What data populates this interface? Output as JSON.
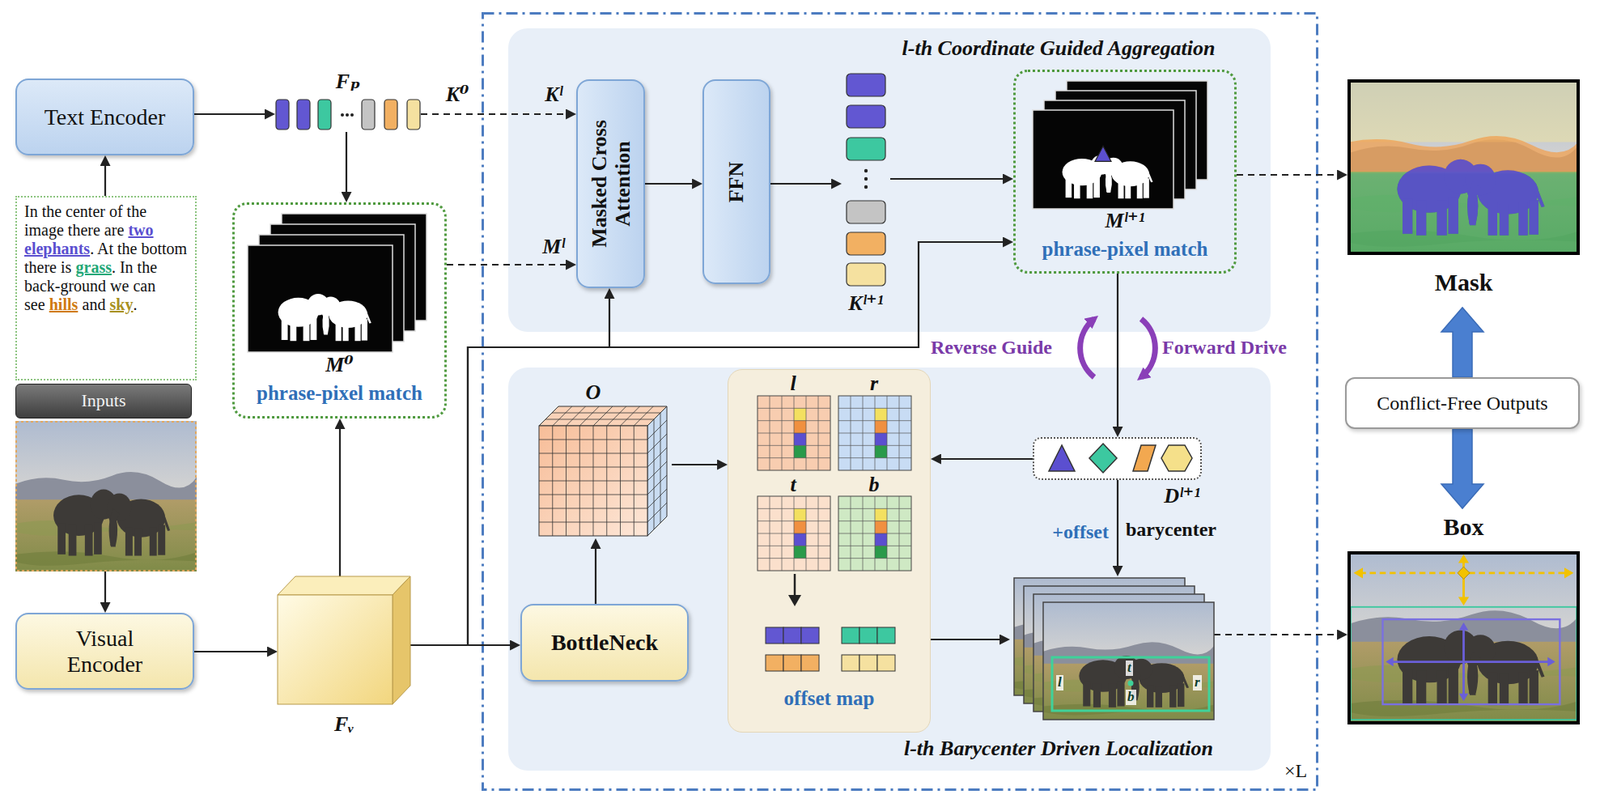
{
  "diagram": {
    "nodes": [
      {
        "text": [
          "Text Encoder"
        ]
      },
      {
        "text": [
          "Inputs"
        ]
      },
      {
        "text": [
          "In the center of the image there are",
          "two elephants",
          ". At the bottom there is",
          "grass",
          ". In the back-ground we can see",
          "hills",
          "and",
          "sky",
          "."
        ],
        "in": 1
      },
      {
        "text": [
          "Visual Encoder"
        ]
      },
      {
        "text": [
          "Fₚ"
        ]
      },
      {
        "text": [
          "M⁰",
          "phrase-pixel match"
        ]
      },
      {
        "text": [
          "Fᵥ"
        ]
      },
      {
        "text": [
          "×L"
        ]
      },
      {
        "text": [
          "l-th Coordinate Guided Aggregation"
        ],
        "in": 7
      },
      {
        "text": [
          "Masked Cross Attention"
        ],
        "in": 8
      },
      {
        "text": [
          "FFN"
        ],
        "in": 8
      },
      {
        "text": [
          "Kˡ⁺¹"
        ],
        "in": 8
      },
      {
        "text": [
          "Mˡ⁺¹",
          "phrase-pixel match"
        ],
        "in": 8
      },
      {
        "text": [
          "l-th Barycenter Driven Localization"
        ],
        "in": 7
      },
      {
        "text": [
          "O"
        ],
        "in": 13
      },
      {
        "text": [
          "BottleNeck"
        ],
        "in": 13
      },
      {
        "text": [
          "offset map"
        ],
        "in": 13
      },
      {
        "text": [
          "Dˡ⁺¹"
        ],
        "in": 13
      },
      {
        "text": [
          "l",
          "t",
          "r",
          "b"
        ],
        "in": 13
      },
      {
        "text": [
          "Mask"
        ]
      },
      {
        "text": [
          "Conflict-Free Outputs"
        ]
      },
      {
        "text": [
          "Box"
        ]
      }
    ],
    "edges": [
      {
        "from": 2,
        "to": 0,
        "arrow": "to"
      },
      {
        "from": 1,
        "to": 3,
        "arrow": "to"
      },
      {
        "from": 0,
        "to": 4,
        "arrow": "to"
      },
      {
        "from": 4,
        "to": 5,
        "arrow": "to"
      },
      {
        "from": 6,
        "to": 5,
        "arrow": "to"
      },
      {
        "from": 3,
        "to": 6,
        "arrow": "to"
      },
      {
        "from": 4,
        "to": 9,
        "arrow": "to"
      },
      {
        "from": 5,
        "to": 9,
        "arrow": "to"
      },
      {
        "from": 6,
        "to": 9,
        "arrow": "to"
      },
      {
        "from": 6,
        "to": 12,
        "arrow": "to"
      },
      {
        "from": 6,
        "to": 15,
        "arrow": "to"
      },
      {
        "from": 9,
        "to": 10,
        "arrow": "to"
      },
      {
        "from": 10,
        "to": 11,
        "arrow": "to"
      },
      {
        "from": 11,
        "to": 12,
        "arrow": "to"
      },
      {
        "from": 12,
        "to": 19,
        "arrow": "to"
      },
      {
        "from": 12,
        "to": 17,
        "arrow": "to"
      },
      {
        "from": 17,
        "to": 16,
        "arrow": "to"
      },
      {
        "from": 17,
        "to": 18,
        "label": "barycenter",
        "arrow": "to"
      },
      {
        "from": 16,
        "to": 18,
        "arrow": "to"
      },
      {
        "from": 14,
        "to": 16,
        "arrow": "to"
      },
      {
        "from": 15,
        "to": 14,
        "arrow": "to"
      },
      {
        "from": 18,
        "to": 21,
        "arrow": "to"
      },
      {
        "from": 20,
        "to": 19,
        "arrow": "to"
      },
      {
        "from": 20,
        "to": 21,
        "arrow": "to"
      }
    ],
    "labels": [
      "K⁰",
      "Kˡ",
      "Mˡ",
      "Reverse Guide",
      "Forward Drive",
      "+offset",
      "l",
      "r",
      "t",
      "b"
    ]
  }
}
